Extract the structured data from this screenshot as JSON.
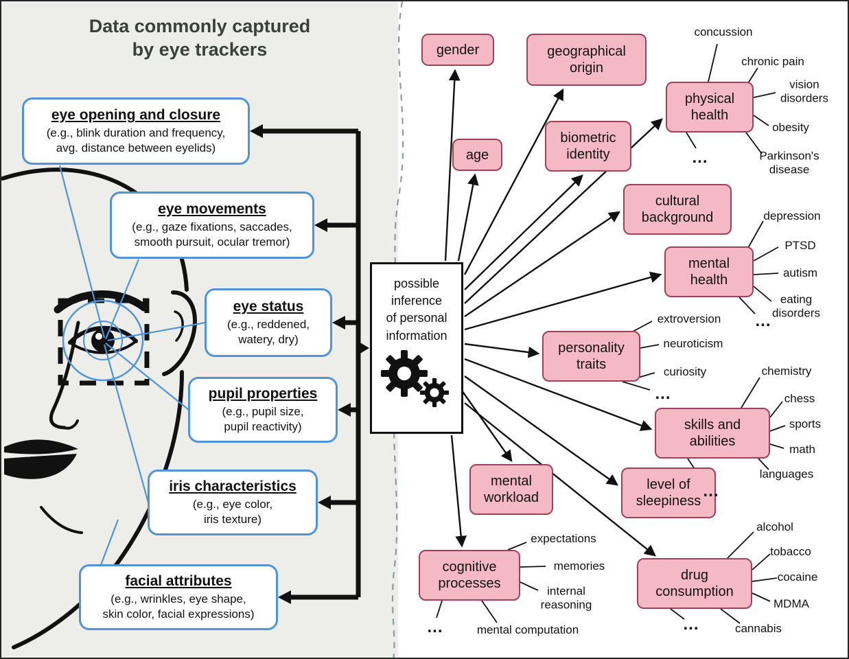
{
  "title": "Data commonly captured\nby eye trackers",
  "colors": {
    "blue_accent": "#4f93d8",
    "pink_fill": "#f5b9c6",
    "pink_border": "#9e4058",
    "left_bg": "#edeeea",
    "ink": "#111111"
  },
  "left_panel": {
    "boxes": [
      {
        "label": "eye opening and closure",
        "desc": "(e.g., blink duration and frequency,\navg. distance between eyelids)"
      },
      {
        "label": "eye movements",
        "desc": "(e.g., gaze fixations, saccades,\nsmooth pursuit, ocular tremor)"
      },
      {
        "label": "eye status",
        "desc": "(e.g., reddened,\nwatery, dry)"
      },
      {
        "label": "pupil properties",
        "desc": "(e.g., pupil size,\npupil reactivity)"
      },
      {
        "label": "iris characteristics",
        "desc": "(e.g., eye color,\niris texture)"
      },
      {
        "label": "facial attributes",
        "desc": "(e.g., wrinkles, eye shape,\nskin color, facial expressions)"
      }
    ]
  },
  "hub": {
    "label": "possible\ninference\nof personal\ninformation",
    "icon": "gears-icon"
  },
  "inferences": [
    {
      "label": "gender",
      "satellites": []
    },
    {
      "label": "geographical\norigin",
      "satellites": []
    },
    {
      "label": "age",
      "satellites": []
    },
    {
      "label": "biometric\nidentity",
      "satellites": []
    },
    {
      "label": "physical\nhealth",
      "satellites": [
        "concussion",
        "chronic pain",
        "vision\ndisorders",
        "obesity",
        "Parkinson's\ndisease",
        "..."
      ]
    },
    {
      "label": "cultural\nbackground",
      "satellites": []
    },
    {
      "label": "mental\nhealth",
      "satellites": [
        "depression",
        "PTSD",
        "autism",
        "eating\ndisorders",
        "..."
      ]
    },
    {
      "label": "personality\ntraits",
      "satellites": [
        "extroversion",
        "neuroticism",
        "curiosity",
        "..."
      ]
    },
    {
      "label": "skills and\nabilities",
      "satellites": [
        "chemistry",
        "chess",
        "sports",
        "math",
        "languages",
        "..."
      ]
    },
    {
      "label": "mental\nworkload",
      "satellites": []
    },
    {
      "label": "level of\nsleepiness",
      "satellites": []
    },
    {
      "label": "cognitive\nprocesses",
      "satellites": [
        "expectations",
        "memories",
        "internal\nreasoning",
        "mental computation",
        "..."
      ]
    },
    {
      "label": "drug\nconsumption",
      "satellites": [
        "alcohol",
        "tobacco",
        "cocaine",
        "MDMA",
        "cannabis",
        "..."
      ]
    }
  ]
}
